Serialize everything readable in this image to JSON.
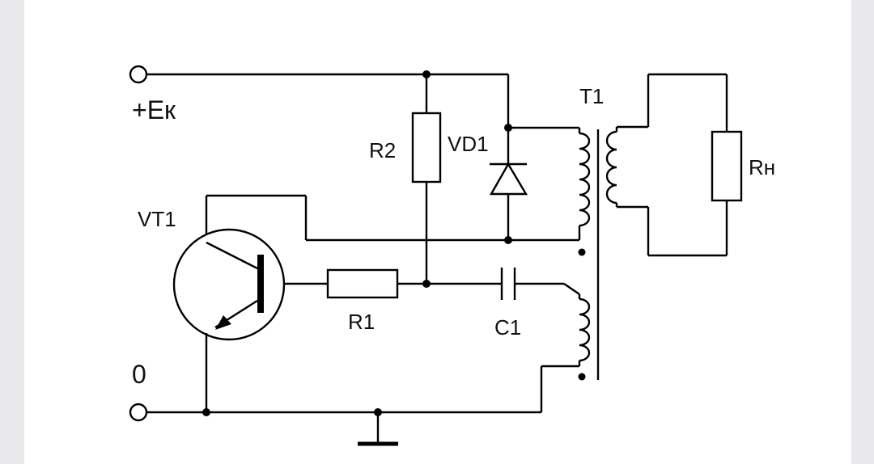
{
  "schematic": {
    "labels": {
      "supply": "+Eк",
      "ground": "0",
      "transistor": "VT1",
      "r1": "R1",
      "r2": "R2",
      "diode": "VD1",
      "capacitor": "C1",
      "transformer": "T1",
      "load": "Rн"
    }
  }
}
